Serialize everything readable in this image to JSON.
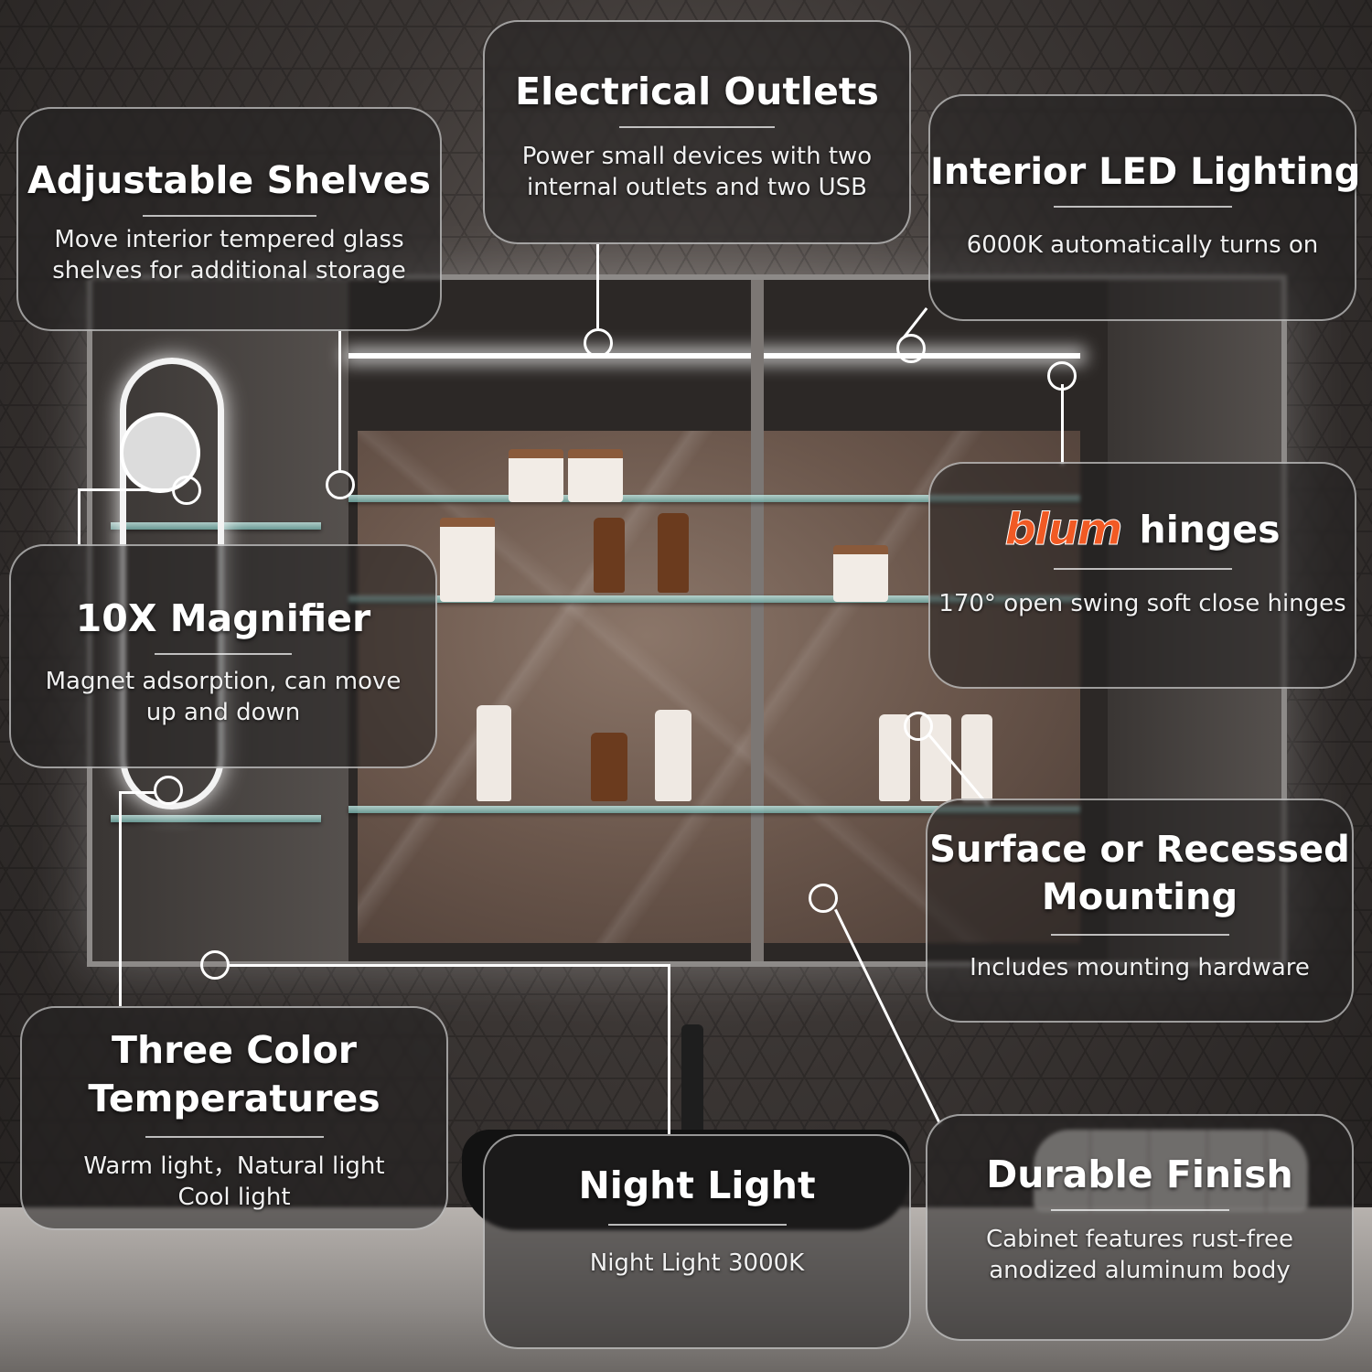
{
  "features": {
    "adjustable_shelves": {
      "title": "Adjustable Shelves",
      "desc_line1": "Move interior tempered glass",
      "desc_line2": "shelves for additional storage"
    },
    "electrical_outlets": {
      "title": "Electrical Outlets",
      "desc_line1": "Power small devices with two",
      "desc_line2": "internal outlets and two USB"
    },
    "interior_led": {
      "title": "Interior LED Lighting",
      "desc": "6000K automatically turns on"
    },
    "magnifier": {
      "title": "10X Magnifier",
      "desc_line1": "Magnet adsorption, can move",
      "desc_line2": "up and down"
    },
    "blum_hinges": {
      "logo": "blum",
      "title": "hinges",
      "desc": "170° open swing soft close hinges"
    },
    "mounting": {
      "title_line1": "Surface or Recessed",
      "title_line2": "Mounting",
      "desc": "Includes mounting hardware"
    },
    "color_temps": {
      "title_line1": "Three Color",
      "title_line2": "Temperatures",
      "desc_line1": "Warm light，Natural light",
      "desc_line2": "Cool light"
    },
    "night_light": {
      "title": "Night Light",
      "desc": "Night Light 3000K"
    },
    "durable_finish": {
      "title": "Durable Finish",
      "desc_line1": "Cabinet features rust-free",
      "desc_line2": "anodized aluminum body"
    }
  },
  "colors": {
    "callout_border": "#ffffff",
    "blum_logo": "#f15a24",
    "led": "#ffffff"
  }
}
